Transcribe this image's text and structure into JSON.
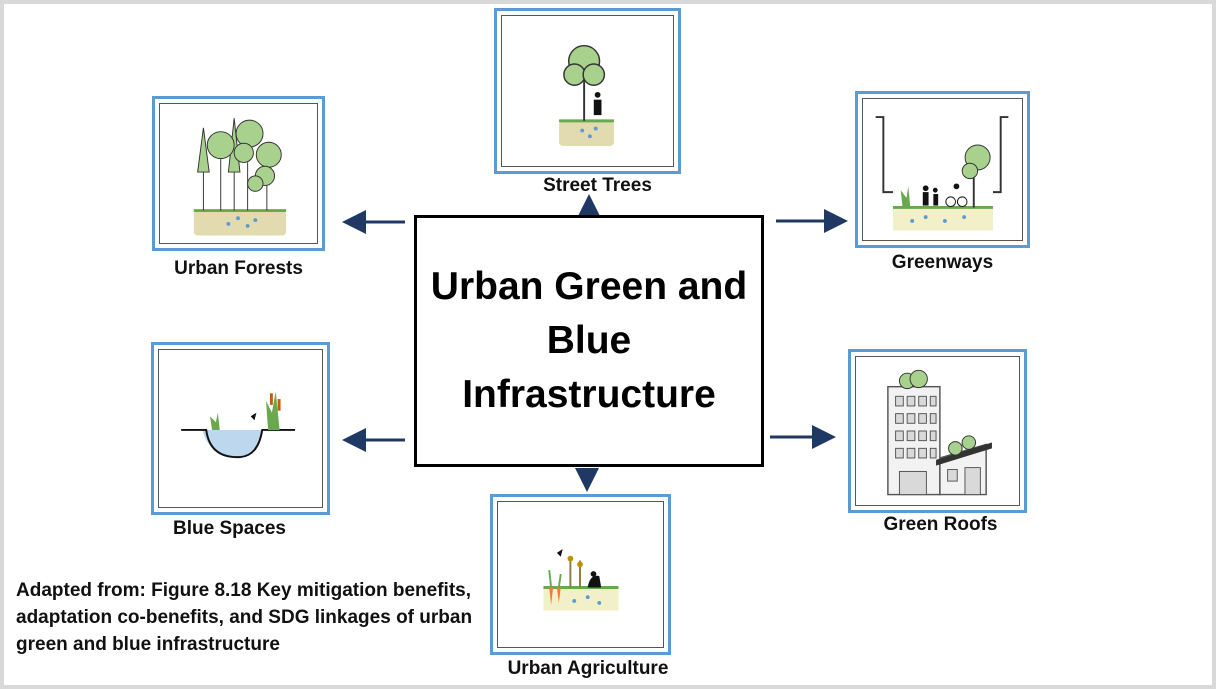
{
  "center": {
    "title": "Urban Green and Blue Infrastructure"
  },
  "nodes": {
    "street_trees": "Street Trees",
    "urban_forests": "Urban Forests",
    "greenways": "Greenways",
    "blue_spaces": "Blue Spaces",
    "green_roofs": "Green Roofs",
    "urban_agriculture": "Urban Agriculture"
  },
  "caption": "Adapted from: Figure 8.18 Key mitigation benefits, adaptation co-benefits, and SDG linkages of urban green and blue infrastructure",
  "colors": {
    "frame_border": "#5b9bd5",
    "arrow": "#1f3864",
    "tree_green": "#a9d18e",
    "soil": "#e2dbb0",
    "water": "#5b9bd5"
  }
}
